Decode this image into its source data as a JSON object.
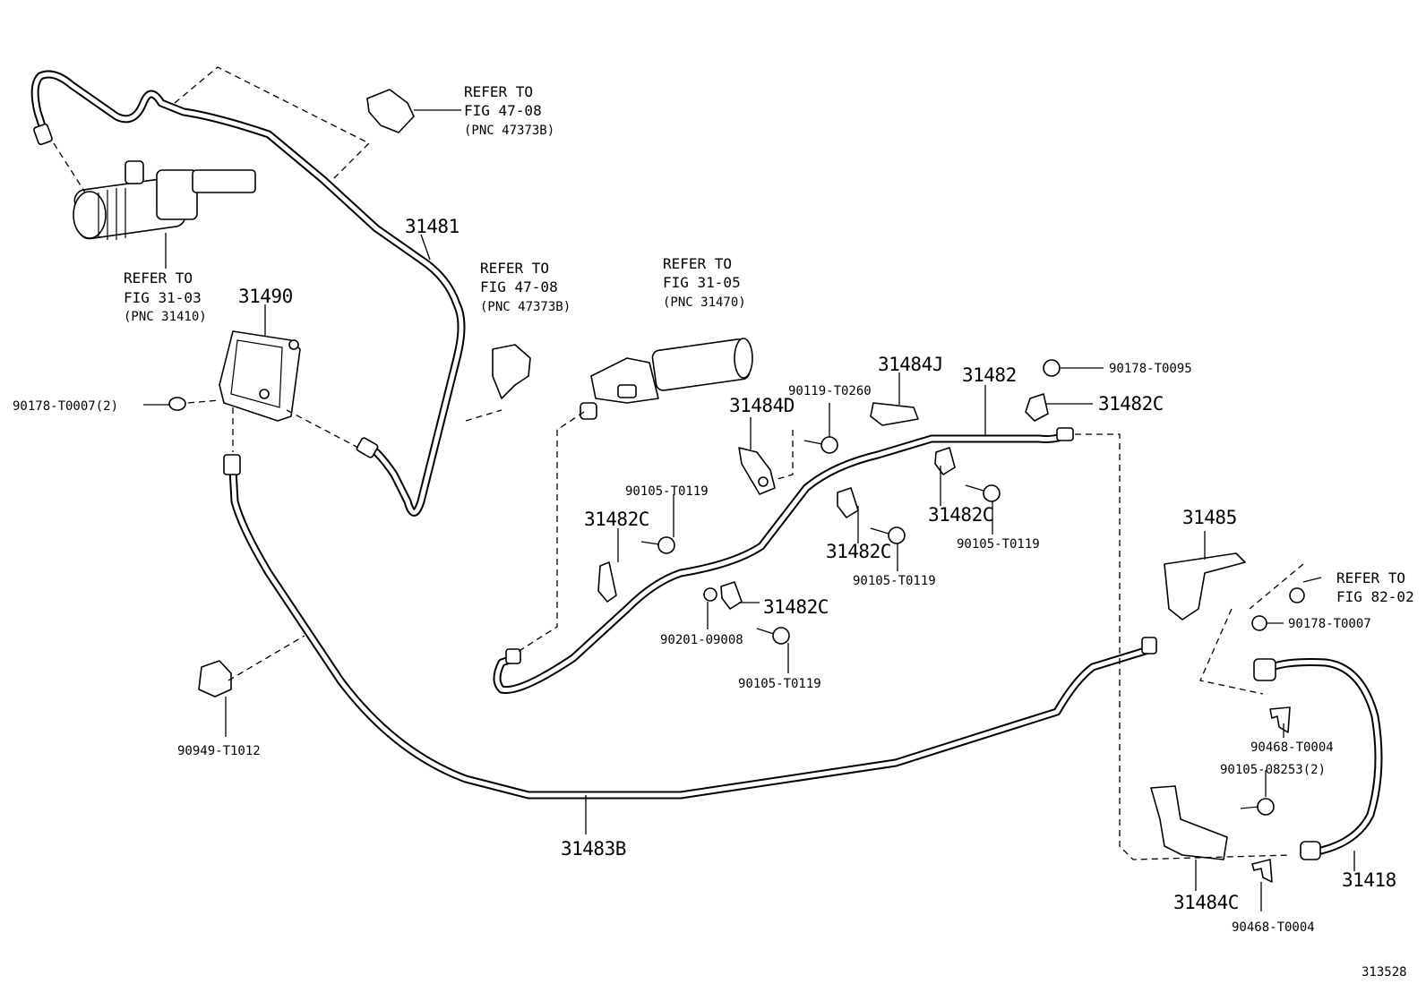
{
  "diagram_id": "313528",
  "references": [
    {
      "line1": "REFER TO",
      "line2": "FIG 47-08",
      "line3": "(PNC 47373B)"
    },
    {
      "line1": "REFER TO",
      "line2": "FIG 31-03",
      "line3": "(PNC 31410)"
    },
    {
      "line1": "REFER TO",
      "line2": "FIG 47-08",
      "line3": "(PNC 47373B)"
    },
    {
      "line1": "REFER TO",
      "line2": "FIG 31-05",
      "line3": "(PNC 31470)"
    },
    {
      "line1": "REFER TO",
      "line2": "FIG 82-02"
    }
  ],
  "parts": {
    "p31481": "31481",
    "p31490": "31490",
    "p90178_T0007_2": "90178-T0007(2)",
    "p90949_T1012": "90949-T1012",
    "p31483B": "31483B",
    "p31484J": "31484J",
    "p31482": "31482",
    "p90178_T0095": "90178-T0095",
    "p31482C_top": "31482C",
    "p31484D": "31484D",
    "p90119_T0260": "90119-T0260",
    "p90105_T0119_a": "90105-T0119",
    "p31482C_a": "31482C",
    "p31482C_b": "31482C",
    "p31482C_c": "31482C",
    "p90105_T0119_b": "90105-T0119",
    "p90105_T0119_c": "90105-T0119",
    "p31482C_d": "31482C",
    "p90201_09008": "90201-09008",
    "p90105_T0119_d": "90105-T0119",
    "p31485": "31485",
    "p90178_T0007": "90178-T0007",
    "p90468_T0004_a": "90468-T0004",
    "p90105_08253_2": "90105-08253(2)",
    "p31418": "31418",
    "p31484C": "31484C",
    "p90468_T0004_b": "90468-T0004"
  }
}
